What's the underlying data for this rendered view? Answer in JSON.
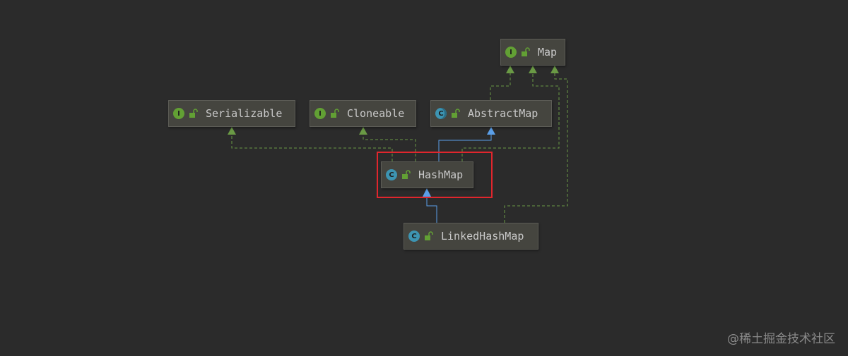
{
  "diagram": {
    "nodes": [
      {
        "id": "map",
        "label": "Map",
        "kind": "interface",
        "badge": "I"
      },
      {
        "id": "serializable",
        "label": "Serializable",
        "kind": "interface",
        "badge": "I"
      },
      {
        "id": "cloneable",
        "label": "Cloneable",
        "kind": "interface",
        "badge": "I"
      },
      {
        "id": "abstractmap",
        "label": "AbstractMap",
        "kind": "abstract-class",
        "badge": "C"
      },
      {
        "id": "hashmap",
        "label": "HashMap",
        "kind": "class",
        "badge": "C"
      },
      {
        "id": "linkedhashmap",
        "label": "LinkedHashMap",
        "kind": "class",
        "badge": "C"
      }
    ],
    "edges": [
      {
        "from": "hashmap",
        "to": "serializable",
        "type": "implements"
      },
      {
        "from": "hashmap",
        "to": "cloneable",
        "type": "implements"
      },
      {
        "from": "hashmap",
        "to": "abstractmap",
        "type": "extends"
      },
      {
        "from": "hashmap",
        "to": "map",
        "type": "implements"
      },
      {
        "from": "abstractmap",
        "to": "map",
        "type": "implements"
      },
      {
        "from": "linkedhashmap",
        "to": "hashmap",
        "type": "extends"
      },
      {
        "from": "linkedhashmap",
        "to": "map",
        "type": "implements"
      }
    ],
    "highlighted": "hashmap"
  },
  "colors": {
    "background": "#2b2b2b",
    "node_fill": "#45453f",
    "implements_edge": "#6a9a45",
    "extends_edge": "#5b9fe8",
    "highlight": "#e0262d"
  },
  "icons": {
    "interface": "interface-badge-icon",
    "class": "class-badge-icon",
    "abstract": "abstract-class-badge-icon",
    "visibility": "unlocked-visibility-icon"
  },
  "watermark": "@稀土掘金技术社区"
}
